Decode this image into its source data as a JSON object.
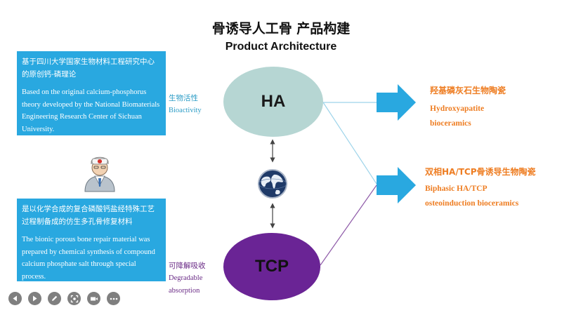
{
  "title": {
    "cn": "骨诱导人工骨 产品构建",
    "en": "Product Architecture"
  },
  "box_top": {
    "cn": "基于四川大学国家生物材料工程研究中心的原创钙-磷理论",
    "en": "Based on the original calcium-phosphorus theory developed by the National Biomaterials Engineering Research Center of Sichuan University."
  },
  "box_bottom": {
    "cn": "是以化学合成的复合磷酸钙盐经特殊工艺过程制备成的仿生多孔骨修复材料",
    "en": "The bionic porous bone repair material was prepared by chemical synthesis of compound calcium phosphate salt through special process."
  },
  "bioactivity": {
    "cn": "生物活性",
    "en": "Bioactivity"
  },
  "degradable": {
    "cn": "可降解吸收",
    "en": "Degradable",
    "en2": "absorption"
  },
  "ha_label": "HA",
  "tcp_label": "TCP",
  "output_ha": {
    "cn": "羟基磷灰石生物陶瓷",
    "en1": "Hydroxyapatite",
    "en2": "bioceramics"
  },
  "output_biphasic": {
    "cn": "双相HA/TCP骨诱导生物陶瓷",
    "en1": "Biphasic HA/TCP",
    "en2": "osteoinduction bioceramics"
  },
  "colors": {
    "box_blue": "#29a8e0",
    "ha_fill": "#b6d6d3",
    "tcp_fill": "#6a2495",
    "arrow_blue": "#29a8e0",
    "orange_text": "#ee7d22",
    "bioactivity_text": "#2b9cc6",
    "degradable_text": "#6a2b86"
  },
  "icons": [
    "doctor-icon",
    "globe-icon",
    "double-arrow-icon"
  ],
  "toolbar": [
    "previous-icon",
    "next-icon",
    "pen-icon",
    "screenshot-icon",
    "camera-icon",
    "more-icon"
  ]
}
